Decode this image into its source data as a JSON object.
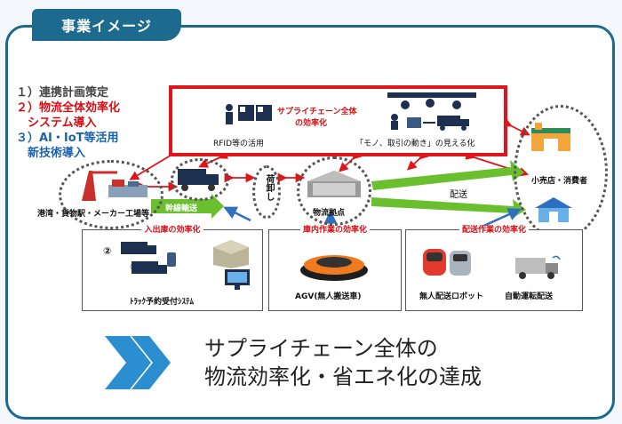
{
  "header": {
    "tab_title": "事業イメージ"
  },
  "legend": [
    {
      "text": "１）連携計画策定",
      "color": "#444444"
    },
    {
      "text": "２）物流全体効率化",
      "color": "#d60d12"
    },
    {
      "text": "　システム導入",
      "color": "#d60d12"
    },
    {
      "text": "３）AI・IoT等活用",
      "color": "#1a62b0"
    },
    {
      "text": "　新技術導入",
      "color": "#1a62b0"
    }
  ],
  "top_box": {
    "title_line1": "サプライチェーン全体",
    "title_line2": "の効率化",
    "left_caption": "RFID等の活用",
    "right_caption": "「モノ、取引の動き」の見える化"
  },
  "nodes": {
    "port": "港湾・貨物駅・メーカー工場等",
    "hub": "物流拠点",
    "store": "小売店・消費者",
    "unloading": "荷卸し"
  },
  "flows": {
    "trunk": "幹線輸送",
    "delivery": "配送"
  },
  "panels": {
    "inbound": {
      "title": "入出庫の効率化",
      "num1": "②",
      "num2": "①",
      "caption": "ﾄﾗｯｸ予約受付ｼｽﾃﾑ"
    },
    "warehouse": {
      "title": "庫内作業の効率化",
      "caption": "AGV(無人搬送車)"
    },
    "delivery": {
      "title": "配送作業の効率化",
      "caption_left": "無人配送ロボット",
      "caption_right": "自動運転配送"
    }
  },
  "banner": {
    "line1": "サプライチェーン全体の",
    "line2": "物流効率化・省エネ化の達成"
  },
  "colors": {
    "accent": "#1d6a8f",
    "red": "#e0141b",
    "green": "#6abf2e",
    "blue_arrow": "#2f6fc0"
  }
}
